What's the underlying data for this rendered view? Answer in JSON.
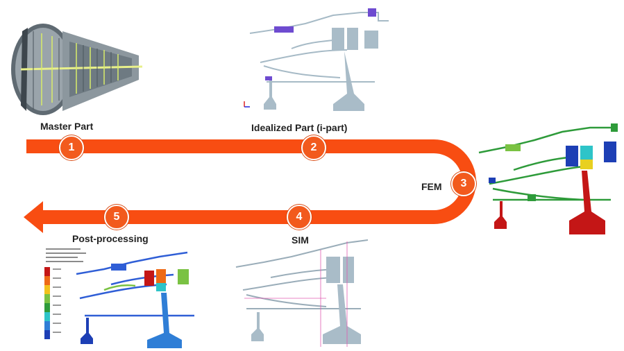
{
  "colors": {
    "arrow": "#f84d12",
    "badge": "#f25a1d",
    "steel": "#a9bcc8",
    "mesh_green": "#2e9b3a",
    "mesh_blue": "#1d3fb5",
    "mesh_red": "#c41616"
  },
  "stages": [
    {
      "number": "1",
      "label": "Master Part"
    },
    {
      "number": "2",
      "label": "Idealized Part (i-part)"
    },
    {
      "number": "3",
      "label": "FEM"
    },
    {
      "number": "4",
      "label": "SIM"
    },
    {
      "number": "5",
      "label": "Post-processing"
    }
  ],
  "images": [
    {
      "name": "master-part-engine-image"
    },
    {
      "name": "idealized-part-image"
    },
    {
      "name": "fem-mesh-image"
    },
    {
      "name": "sim-image"
    },
    {
      "name": "post-processing-image"
    }
  ]
}
